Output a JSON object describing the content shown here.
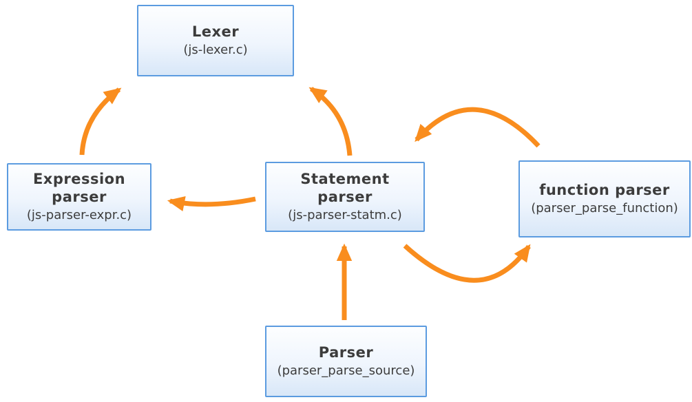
{
  "diagram": {
    "nodes": [
      {
        "id": "lexer",
        "title_lines": [
          "Lexer"
        ],
        "subtitle": "(js-lexer.c)"
      },
      {
        "id": "expression-parser",
        "title_lines": [
          "Expression",
          "parser"
        ],
        "subtitle": "(js-parser-expr.c)"
      },
      {
        "id": "statement-parser",
        "title_lines": [
          "Statement",
          "parser"
        ],
        "subtitle": "(js-parser-statm.c)"
      },
      {
        "id": "function-parser",
        "title_lines": [
          "function parser"
        ],
        "subtitle": "(parser_parse_function)"
      },
      {
        "id": "parser",
        "title_lines": [
          "Parser"
        ],
        "subtitle": "(parser_parse_source)"
      }
    ],
    "edges": [
      {
        "from": "expression-parser",
        "to": "lexer"
      },
      {
        "from": "statement-parser",
        "to": "lexer"
      },
      {
        "from": "statement-parser",
        "to": "expression-parser"
      },
      {
        "from": "function-parser",
        "to": "statement-parser"
      },
      {
        "from": "statement-parser",
        "to": "function-parser"
      },
      {
        "from": "parser",
        "to": "statement-parser"
      }
    ],
    "colors": {
      "arrow": "#F98D1E",
      "node-border": "#5B9BE0",
      "node-fill-top": "#FDFEFF",
      "node-fill-bottom": "#D8E7F8",
      "text": "#3C3C3C"
    }
  }
}
